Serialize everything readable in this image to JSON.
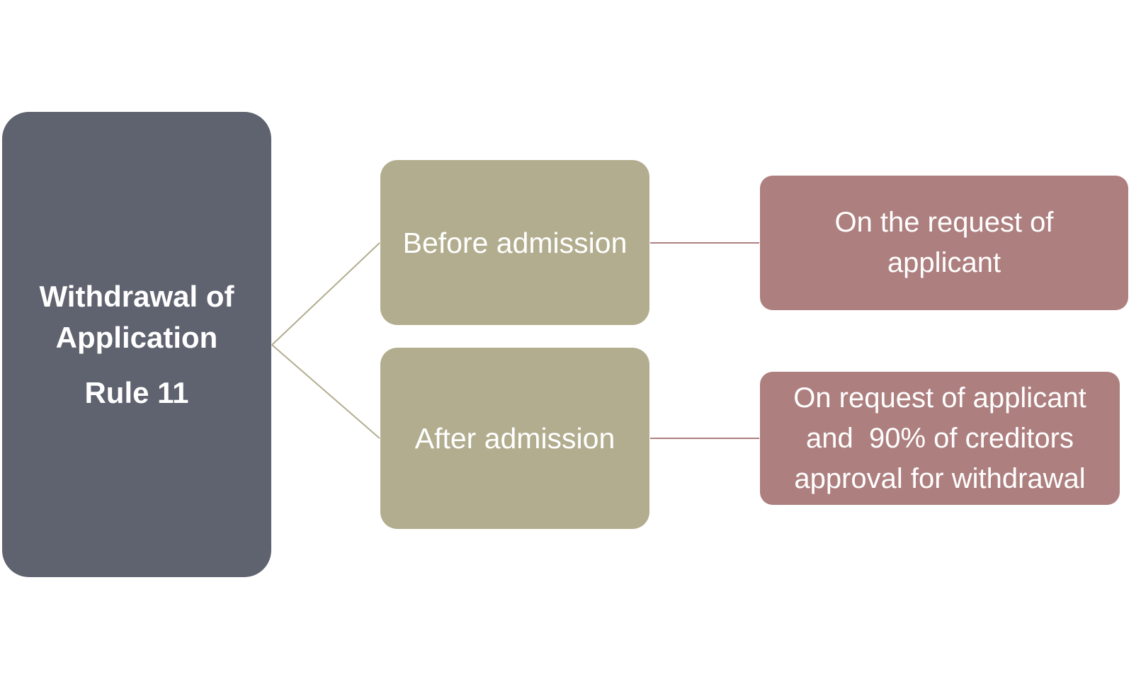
{
  "colors": {
    "root_fill": "#5f626f",
    "branch_fill": "#b2ad8f",
    "leaf_fill": "#ae7f7f",
    "branch_connector": "#b2ad8f",
    "leaf_connector": "#ae7f7f",
    "text": "#ffffff"
  },
  "root": {
    "title": "Withdrawal of Application",
    "subtitle": "Rule 11"
  },
  "branches": [
    {
      "label": "Before admission",
      "outcome": [
        "On the request of",
        "applicant"
      ]
    },
    {
      "label": "After admission",
      "outcome": [
        "On request of applicant",
        "and  90% of creditors",
        "approval for withdrawal"
      ]
    }
  ]
}
